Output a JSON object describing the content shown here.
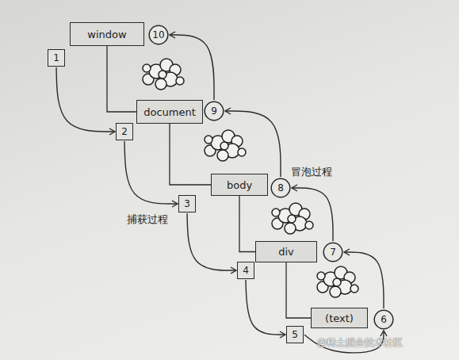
{
  "diagram": {
    "nodes": [
      {
        "text": [
          "window"
        ]
      },
      {
        "text": [
          "document"
        ]
      },
      {
        "text": [
          "body"
        ]
      },
      {
        "text": [
          "div"
        ]
      },
      {
        "text": [
          "(text)"
        ]
      },
      {
        "text": [
          "1"
        ]
      },
      {
        "text": [
          "2"
        ]
      },
      {
        "text": [
          "3"
        ]
      },
      {
        "text": [
          "4"
        ]
      },
      {
        "text": [
          "5"
        ]
      },
      {
        "text": [
          "6"
        ]
      },
      {
        "text": [
          "7"
        ]
      },
      {
        "text": [
          "8"
        ]
      },
      {
        "text": [
          "9"
        ]
      },
      {
        "text": [
          "10"
        ]
      }
    ],
    "edges": [
      {
        "from": 0,
        "to": 1,
        "arrow": "none"
      },
      {
        "from": 1,
        "to": 2,
        "arrow": "none"
      },
      {
        "from": 2,
        "to": 3,
        "arrow": "none"
      },
      {
        "from": 3,
        "to": 4,
        "arrow": "none"
      },
      {
        "from": 5,
        "to": 6,
        "arrow": "to"
      },
      {
        "from": 6,
        "to": 7,
        "arrow": "to"
      },
      {
        "from": 7,
        "to": 8,
        "arrow": "to"
      },
      {
        "from": 8,
        "to": 9,
        "arrow": "to"
      },
      {
        "from": 9,
        "to": 10,
        "arrow": "to"
      },
      {
        "from": 10,
        "to": 11,
        "arrow": "to"
      },
      {
        "from": 11,
        "to": 12,
        "arrow": "to"
      },
      {
        "from": 12,
        "to": 13,
        "arrow": "to"
      },
      {
        "from": 13,
        "to": 14,
        "arrow": "to"
      }
    ],
    "labels": [
      "捕获过程",
      "冒泡过程",
      "@稀土掘金技术社区"
    ]
  }
}
